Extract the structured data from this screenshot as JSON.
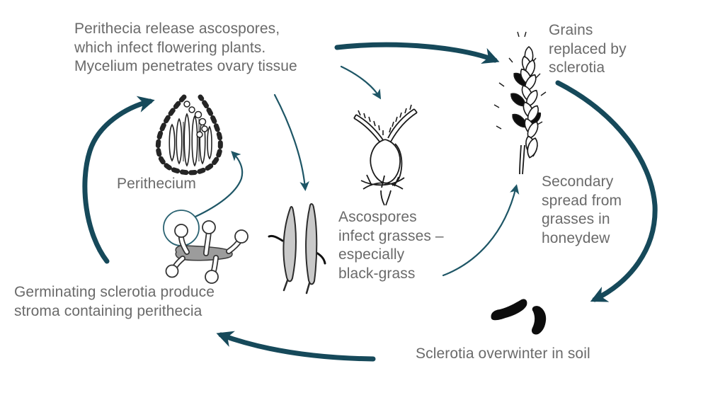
{
  "colors": {
    "background": "#ffffff",
    "arrow_teal": "#16495a",
    "thin_arrow_teal": "#1e5666",
    "text_gray": "#6a6a6a",
    "stroma_gray": "#9c9c9c",
    "spore_gray": "#c9c9c9",
    "ink": "#1a1a1a"
  },
  "labels": {
    "perithecia_release": "Perithecia release ascospores,\nwhich infect flowering plants.\nMycelium penetrates ovary tissue",
    "grains_replaced": "Grains\nreplaced by\nsclerotia",
    "perithecium": "Perithecium",
    "ascospores_infect": "Ascospores\ninfect grasses –\nespecially\nblack-grass",
    "secondary_spread": "Secondary\nspread from\ngrasses in\nhoneydew",
    "germinating": "Germinating sclerotia produce\nstroma containing perithecia",
    "overwinter": "Sclerotia overwinter in soil"
  },
  "illustrations": [
    "perithecium-illustration",
    "germinating-sclerotium-stroma-illustration",
    "grass-floret-illustration",
    "ascospores-illustration",
    "wheat-ear-with-sclerotia-illustration",
    "sclerotia-in-soil-illustration"
  ],
  "arrows": [
    "perithecia-text-to-wheat-ear",
    "wheat-ear-to-sclerotia-in-soil",
    "sclerotia-in-soil-to-germinating-text",
    "germinating-text-to-perithecia-text",
    "text-to-floret",
    "text-to-ascospores",
    "stroma-magnifier-to-perithecium",
    "black-grass-to-wheat-ear"
  ]
}
